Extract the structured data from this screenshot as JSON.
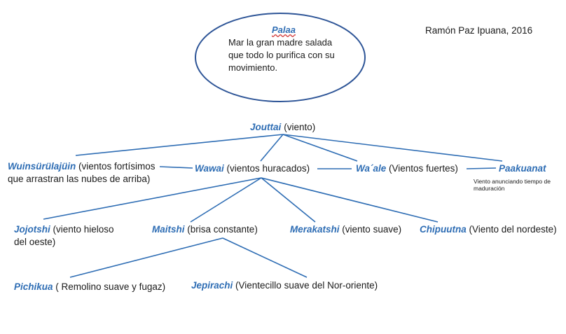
{
  "author": "Ramón Paz Ipuana, 2016",
  "root": {
    "term": "Palaa",
    "description_lines": [
      "Mar la gran madre salada",
      "que todo lo purifica con su",
      "movimiento."
    ]
  },
  "level1": {
    "term": "Jouttai",
    "gloss": "(viento)"
  },
  "level2": [
    {
      "term": "Wuinsürülajüin",
      "gloss_line1": " (vientos fortísimos",
      "gloss_line2": "que arrastran las nubes de arriba)"
    },
    {
      "term": "Wawai",
      "gloss": " (vientos huracados)"
    },
    {
      "term": "Wa´ale",
      "gloss": " (Vientos fuertes)"
    },
    {
      "term": "Paakuanat",
      "note_line1": "Viento anunciando tiempo de",
      "note_line2": "maduración"
    }
  ],
  "level3": [
    {
      "term": "Jojotshi",
      "gloss_line1": " (viento hieloso",
      "gloss_line2": "del oeste)"
    },
    {
      "term": "Maitshi",
      "gloss": " (brisa constante)"
    },
    {
      "term": "Merakatshi",
      "gloss": " (viento suave)"
    },
    {
      "term": "Chipuutna",
      "gloss": " (Viento del nordeste)"
    }
  ],
  "level4": [
    {
      "term": "Pichikua",
      "gloss": " ( Remolino suave y fugaz)"
    },
    {
      "term": "Jepirachi",
      "gloss": " (Vientecillo suave del Nor-oriente)"
    }
  ],
  "colors": {
    "term": "#2e6db4",
    "lines": "#2e6db4",
    "ellipse_stroke": "#2e5597",
    "text": "#1a1a1a"
  }
}
